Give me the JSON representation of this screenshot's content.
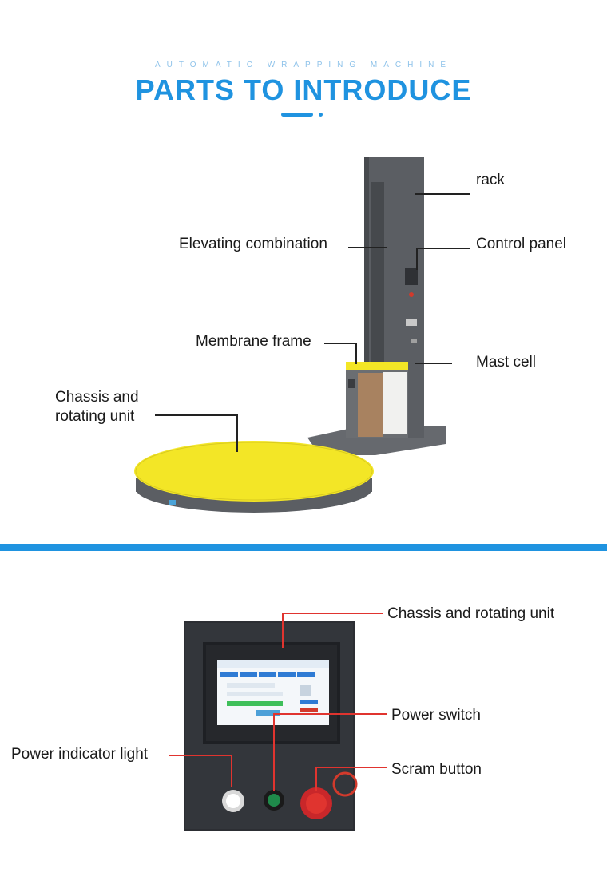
{
  "header": {
    "subtitle": "AUTOMATIC WRAPPING MACHINE",
    "title": "PARTS TO INTRODUCE"
  },
  "machine_parts": {
    "rack": "rack",
    "elevating": "Elevating combination",
    "control_panel": "Control panel",
    "membrane_frame": "Membrane frame",
    "mast_cell": "Mast cell",
    "chassis_line1": "Chassis and",
    "chassis_line2": "rotating unit"
  },
  "panel_parts": {
    "chassis_rotating": "Chassis and rotating unit",
    "power_switch": "Power switch",
    "power_indicator": "Power indicator light",
    "scram_button": "Scram button"
  },
  "colors": {
    "accent": "#1f93e0",
    "turntable": "#f3e626",
    "mast": "#5b5e63",
    "callout_red": "#e0342f"
  }
}
